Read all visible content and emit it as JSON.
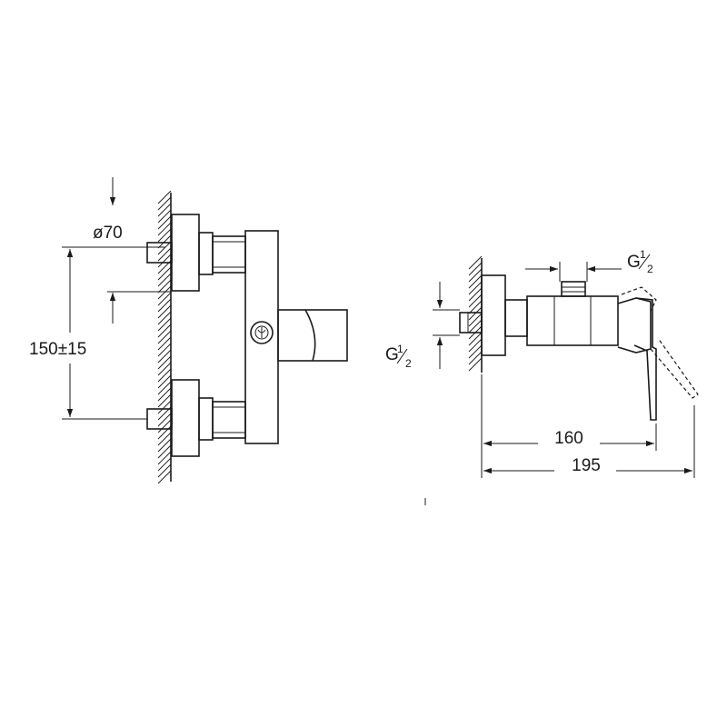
{
  "front_view": {
    "diameter_label": "ø70",
    "spacing_label": "150±15"
  },
  "side_view": {
    "top_thread": {
      "prefix": "G",
      "num": "1",
      "den": "2"
    },
    "bottom_thread": {
      "prefix": "G",
      "num": "1",
      "den": "2"
    },
    "dim_inner": "160",
    "dim_outer": "195"
  }
}
